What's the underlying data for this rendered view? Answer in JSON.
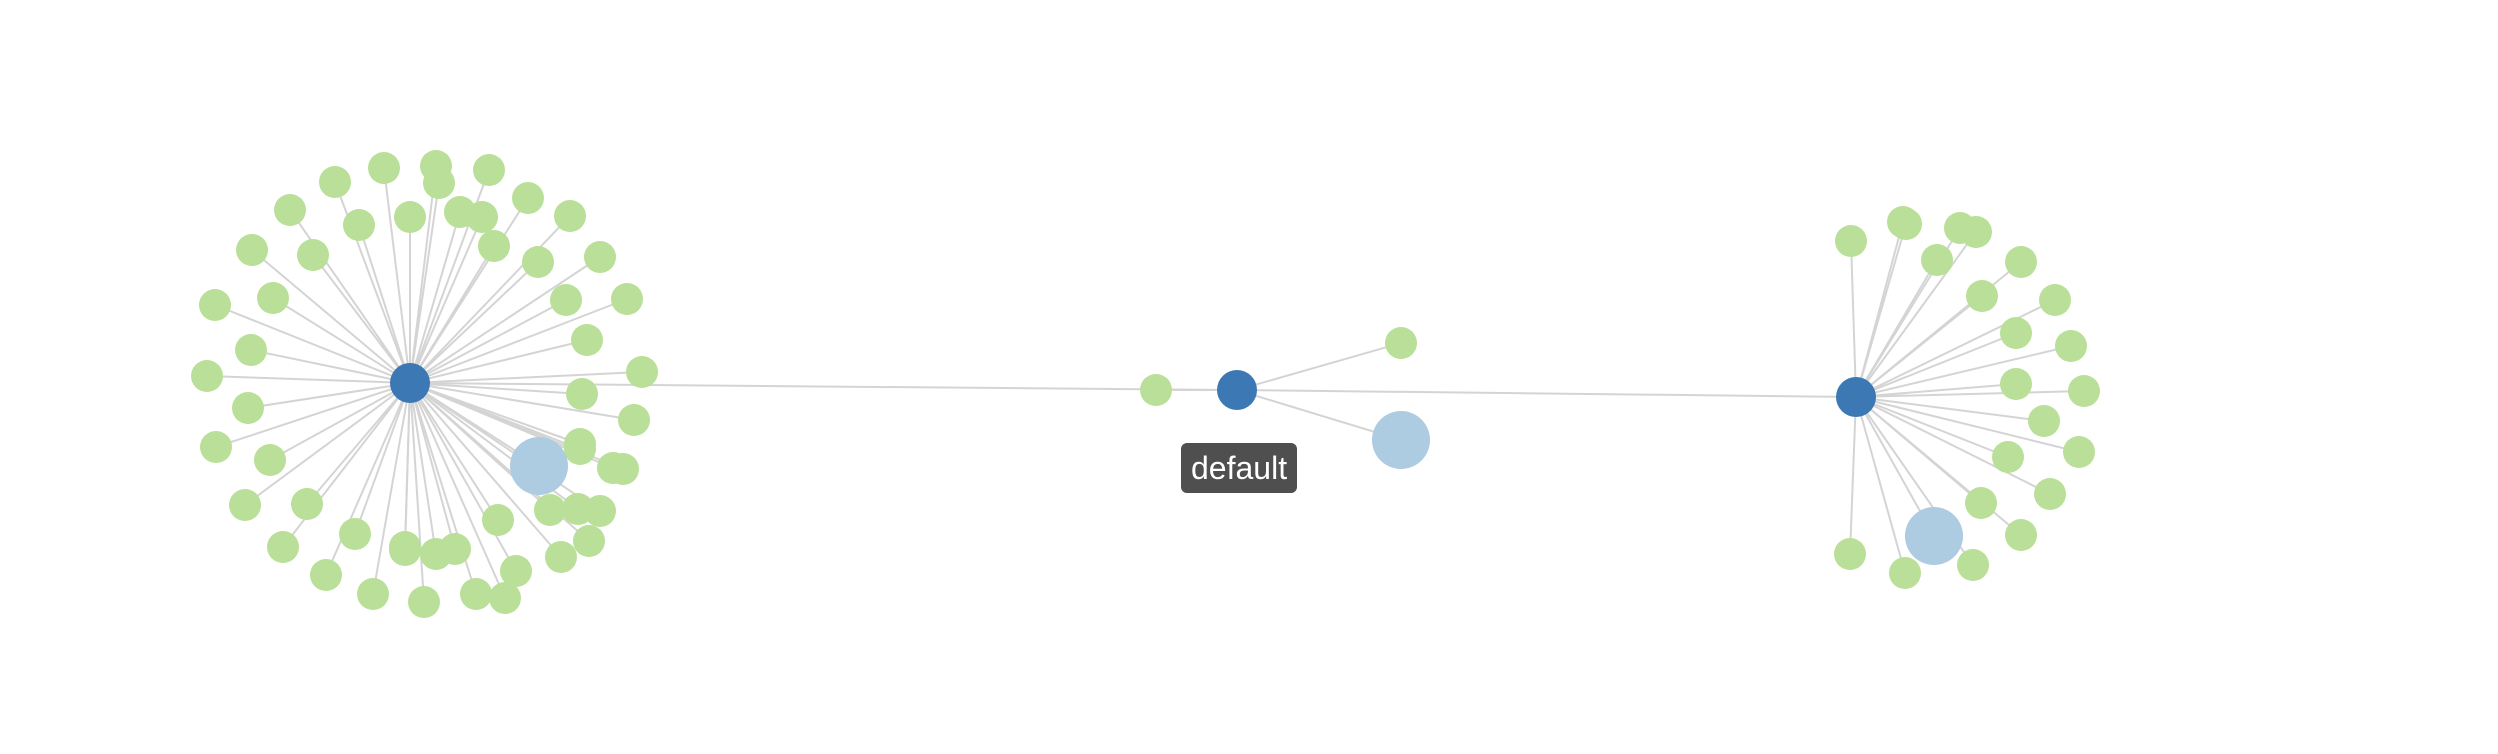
{
  "graph": {
    "colors": {
      "link": "#d4d4d4",
      "hub_node": "#3b78b4",
      "leaf_node": "#badf98",
      "group_node": "#adcbe1"
    },
    "clusters": [
      {
        "id": "left-cluster",
        "leaf_count": 54,
        "group_count": 1
      },
      {
        "id": "center-cluster",
        "leaf_count": 2,
        "group_count": 1
      },
      {
        "id": "right-cluster",
        "leaf_count": 24,
        "group_count": 1
      }
    ]
  },
  "tooltip": {
    "text": "default"
  }
}
